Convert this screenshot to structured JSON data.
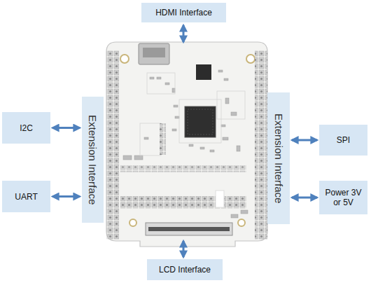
{
  "diagram": {
    "nodes": [
      {
        "text": [
          "HDMI Interface"
        ]
      },
      {
        "text": [
          "I2C"
        ]
      },
      {
        "text": [
          "Extension Interface"
        ]
      },
      {
        "text": [
          "Extension Interface"
        ]
      },
      {
        "text": [
          "SPI"
        ]
      },
      {
        "text": [
          "UART"
        ]
      },
      {
        "text": [
          "Power 3V or 5V"
        ]
      },
      {
        "text": [
          "LCD Interface"
        ]
      }
    ],
    "edges": [
      {
        "from": 1,
        "to": 2,
        "arrow": "both"
      },
      {
        "from": 5,
        "to": 2,
        "arrow": "both"
      },
      {
        "from": 4,
        "to": 3,
        "arrow": "both"
      },
      {
        "from": 6,
        "to": 3,
        "arrow": "both"
      }
    ]
  }
}
